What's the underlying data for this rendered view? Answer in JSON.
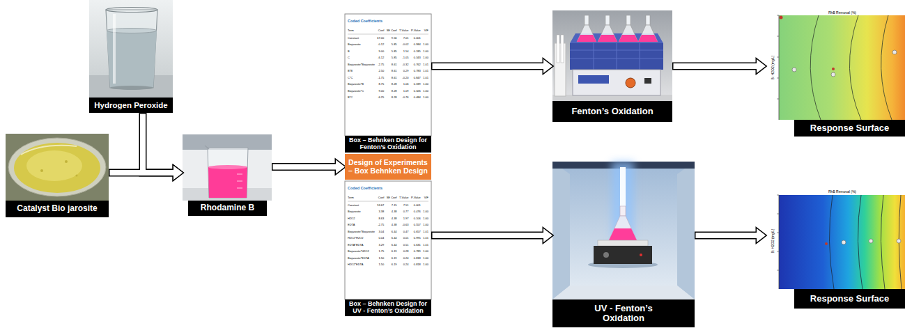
{
  "diagram": {
    "nodes": [
      {
        "text": [
          "Hydrogen Peroxide"
        ]
      },
      {
        "text": [
          "Catalyst Bio jarosite"
        ]
      },
      {
        "text": [
          "Rhodamine B"
        ]
      },
      {
        "text": [
          "Box – Behnken Design for Fenton’s Oxidation"
        ]
      },
      {
        "text": [
          "Design of Experiments – Box Behnken Design"
        ]
      },
      {
        "text": [
          "Box – Behnken Design for UV - Fenton’s Oxidation"
        ]
      },
      {
        "text": [
          "Fenton’s Oxidation"
        ]
      },
      {
        "text": [
          "UV - Fenton’s Oxidation"
        ]
      },
      {
        "text": [
          "Response Surface"
        ]
      },
      {
        "text": [
          "Response Surface"
        ]
      }
    ],
    "edges": [
      {
        "from": 1,
        "to": 2,
        "arrow": "to"
      },
      {
        "from": 0,
        "to": 2,
        "arrow": "to"
      },
      {
        "from": 2,
        "to": 4,
        "arrow": "to"
      },
      {
        "from": 3,
        "to": 6,
        "arrow": "to"
      },
      {
        "from": 5,
        "to": 7,
        "arrow": "to"
      },
      {
        "from": 6,
        "to": 8,
        "arrow": "to"
      },
      {
        "from": 7,
        "to": 9,
        "arrow": "to"
      }
    ],
    "labels": [
      "Coded Coefficients",
      "Term",
      "Coef",
      "SE Coef",
      "T-Value",
      "P-Value",
      "VIF",
      "Constant",
      "67.00",
      "9.56",
      "7.01",
      "0.001",
      "Biojarosite",
      "-0.12",
      "5.85",
      "-0.02",
      "0.984",
      "1.00",
      "B",
      "9.00",
      "5.85",
      "1.54",
      "0.185",
      "1.00",
      "C",
      "-6.12",
      "5.85",
      "-1.05",
      "0.343",
      "1.00",
      "Biojarosite*Biojarosite",
      "-2.75",
      "8.61",
      "-0.32",
      "0.762",
      "1.01",
      "B*B",
      "2.50",
      "8.61",
      "0.29",
      "0.783",
      "1.01",
      "C*C",
      "-1.75",
      "8.61",
      "-0.20",
      "0.847",
      "1.01",
      "Biojarosite*B",
      "8.75",
      "8.28",
      "1.06",
      "0.339",
      "1.00",
      "Biojarosite*C",
      "9.00",
      "8.28",
      "1.09",
      "0.326",
      "1.00",
      "B*C",
      "-6.25",
      "8.28",
      "-0.76",
      "0.484",
      "1.00",
      "Coded Coefficients",
      "Term",
      "Coef",
      "SE Coef",
      "T-Value",
      "P-Value",
      "VIF",
      "Constant",
      "53.67",
      "7.15",
      "7.51",
      "0.001",
      "Biojarosite",
      "3.38",
      "4.38",
      "0.77",
      "0.476",
      "1.00",
      "H2O2",
      "8.63",
      "4.38",
      "1.97",
      "0.106",
      "1.00",
      "EDTA",
      "-2.75",
      "4.38",
      "-0.63",
      "0.557",
      "1.00",
      "Biojarosite*Biojarosite",
      "3.04",
      "6.44",
      "0.47",
      "0.657",
      "1.01",
      "H2O2*H2O2",
      "0.04",
      "6.44",
      "0.01",
      "0.995",
      "1.01",
      "EDTA*EDTA",
      "3.29",
      "6.44",
      "0.51",
      "0.631",
      "1.01",
      "Biojarosite*H2O2",
      "1.75",
      "6.19",
      "0.28",
      "0.789",
      "1.00",
      "Biojarosite*EDTA",
      "1.50",
      "6.19",
      "0.24",
      "0.818",
      "1.00",
      "H2O2*EDTA",
      "1.50",
      "6.19",
      "0.24",
      "0.818",
      "1.00",
      "RhB Removal (%)",
      "B: H2O2 (mg/L)",
      "RhB Removal (%)",
      "B: H2O2 (mg/L)"
    ]
  }
}
